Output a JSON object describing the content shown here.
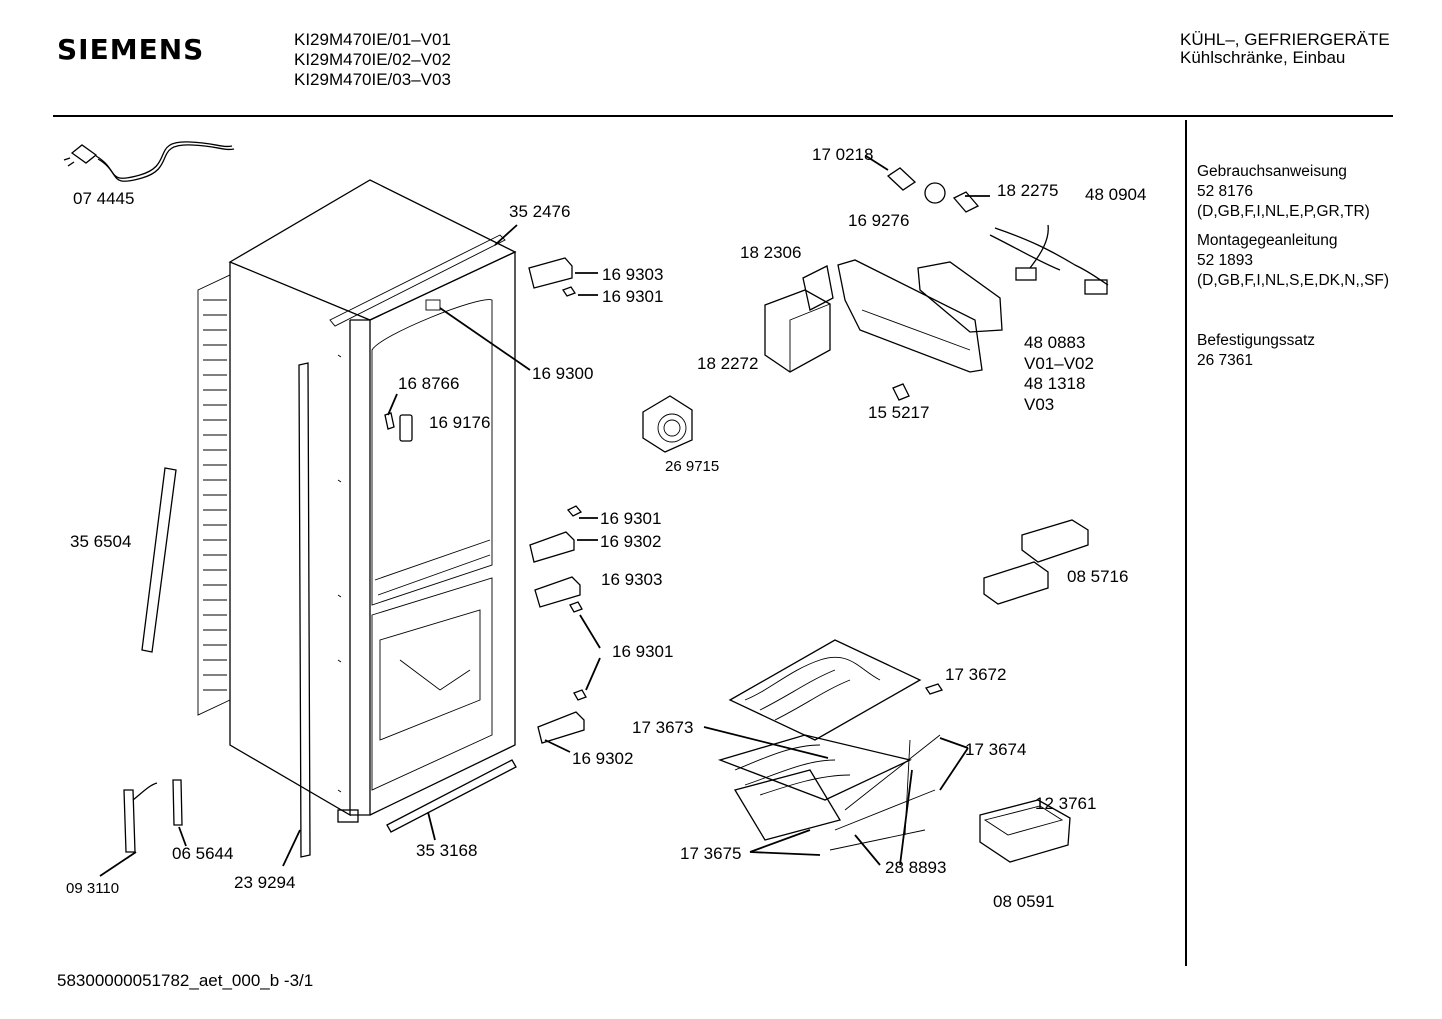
{
  "header": {
    "brand": "SIEMENS",
    "models": [
      "KI29M470IE/01–V01",
      "KI29M470IE/02–V02",
      "KI29M470IE/03–V03"
    ],
    "category": "KÜHL–, GEFRIERGERÄTE",
    "subcategory": "Kühlschränke, Einbau"
  },
  "sidebar": {
    "items": [
      {
        "title": "Gebrauchsanweisung",
        "number": "52 8176",
        "langs": "(D,GB,F,I,NL,E,P,GR,TR)"
      },
      {
        "title": "Montagegeanleitung",
        "number": "52 1893",
        "langs": "(D,GB,F,I,NL,S,E,DK,N,,SF)"
      },
      {
        "title": "Befestigungssatz",
        "number": "26 7361"
      }
    ]
  },
  "parts": {
    "p074445": "07 4445",
    "p352476": "35 2476",
    "p169303a": "16 9303",
    "p169301a": "16 9301",
    "p169300": "16 9300",
    "p168766": "16 8766",
    "p169176": "16 9176",
    "p356504": "35 6504",
    "p169301b": "16 9301",
    "p169302a": "16 9302",
    "p169303b": "16 9303",
    "p169301c": "16 9301",
    "p169302b": "16 9302",
    "p093110": "09 3110",
    "p065644": "06 5644",
    "p239294": "23 9294",
    "p353168": "35 3168",
    "p170218": "17 0218",
    "p182275": "18 2275",
    "p480904": "48 0904",
    "p169276": "16 9276",
    "p182306": "18 2306",
    "p182272": "18 2272",
    "p480883": "48 0883",
    "pV01V02": "V01–V02",
    "p481318": "48 1318",
    "pV03": "V03",
    "p155217": "15 5217",
    "p269715": "26 9715",
    "p085716": "08 5716",
    "p173672": "17 3672",
    "p173673": "17 3673",
    "p173674": "17 3674",
    "p123761": "12 3761",
    "p173675": "17 3675",
    "p288893": "28 8893",
    "p080591": "08 0591"
  },
  "footer": {
    "doc_id": "58300000051782_aet_000_b  -3/1"
  }
}
